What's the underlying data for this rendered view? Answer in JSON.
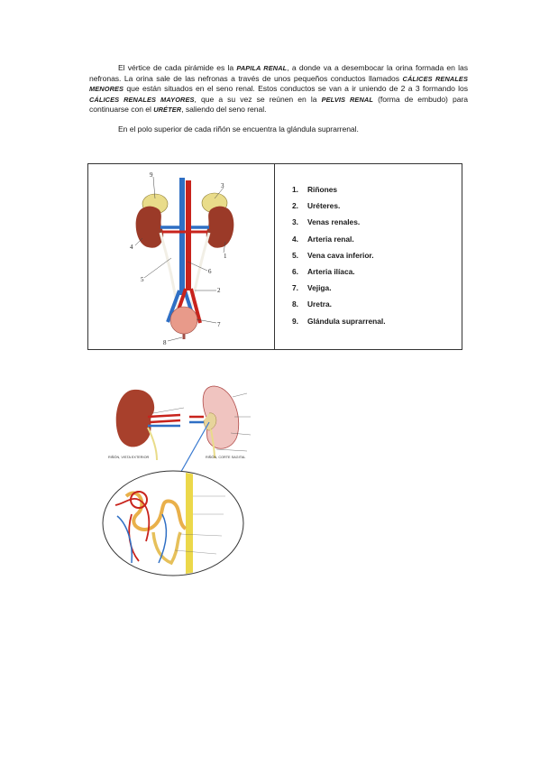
{
  "paragraph1": {
    "t1": "El vértice de cada pirámide es la ",
    "term1": "PAPILA RENAL",
    "t2": ", a donde va a desembocar la orina formada en las nefronas. La orina sale de las nefronas a través de unos pequeños conductos llamados ",
    "term2": "CÁLICES RENALES MENORES",
    "t3": " que están situados en el seno renal. Estos conductos se van a ir uniendo de 2 a 3 formando los ",
    "term3": "CÁLICES RENALES MAYORES",
    "t4": ", que a su vez se reúnen en la ",
    "term4": "PELVIS RENAL",
    "t5": " (forma de embudo) para continuarse con el ",
    "term5": "URÉTER",
    "t6": ", saliendo del seno renal."
  },
  "paragraph2": "En el polo superior de cada riñón se encuentra la glándula suprarrenal.",
  "figure1": {
    "callouts": [
      "9",
      "3",
      "4",
      "1",
      "5",
      "6",
      "2",
      "7",
      "8"
    ]
  },
  "legend": [
    {
      "num": "1.",
      "label": "Riñones"
    },
    {
      "num": "2.",
      "label": "Uréteres."
    },
    {
      "num": "3.",
      "label": "Venas renales."
    },
    {
      "num": "4.",
      "label": "Arteria renal."
    },
    {
      "num": "5.",
      "label": "Vena cava inferior."
    },
    {
      "num": "6.",
      "label": "Arteria ilíaca."
    },
    {
      "num": "7.",
      "label": "Vejiga."
    },
    {
      "num": "8.",
      "label": "Uretra."
    },
    {
      "num": "9.",
      "label": "Glándula suprarrenal."
    }
  ],
  "figure2": {
    "caption_left": "RIÑÓN, VISTA EXTERIOR",
    "caption_right": "RIÑÓN, CORTE SAGITAL"
  },
  "colors": {
    "kidney": "#9b3a28",
    "artery": "#c8231c",
    "vein": "#2f6fc4",
    "adrenal": "#e9dc8a",
    "bladder": "#e89a8a"
  }
}
